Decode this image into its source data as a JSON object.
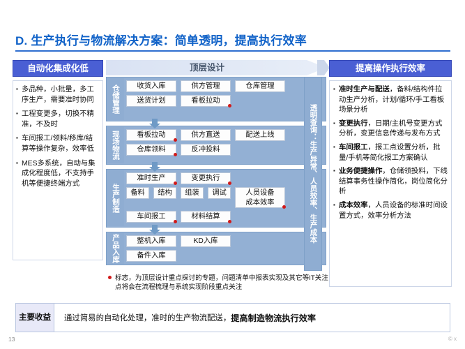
{
  "title": "D. 生产执行与物流解决方案：简单透明，提高执行效率",
  "left_panel": {
    "caption": "自动化集成化低",
    "bullets": [
      "多品种，小批量，多工序生产，需要准时协同",
      "工程变更多，切换不精准，不及时",
      "车间报工/领料/移库/结算等操作复杂，效率低",
      "MES多系统，自动与集成化程度低，不支持手机等便捷终端方式"
    ]
  },
  "center": {
    "banner_label": "顶层设计",
    "side_label": "透明查询：生产异常、人员效率、生产成本",
    "bands": [
      {
        "label": "仓储管理",
        "rows": [
          [
            {
              "text": "收货入库",
              "dot": false
            },
            {
              "text": "供方管理",
              "dot": false
            },
            {
              "text": "仓库管理",
              "dot": false
            }
          ],
          [
            {
              "text": "送货计划",
              "dot": false
            },
            {
              "text": "看板拉动",
              "dot": true
            }
          ]
        ]
      },
      {
        "label": "现场物流",
        "rows": [
          [
            {
              "text": "看板拉动",
              "dot": true
            },
            {
              "text": "供方直送",
              "dot": false
            },
            {
              "text": "配送上线",
              "dot": false
            }
          ],
          [
            {
              "text": "仓库领料",
              "dot": true
            },
            {
              "text": "反冲投料",
              "dot": false
            }
          ]
        ]
      },
      {
        "label": "生产制造",
        "rows": [
          [
            {
              "text": "准时生产",
              "dot": true
            },
            {
              "text": "变更执行",
              "dot": true
            }
          ],
          [
            {
              "text": "备料",
              "dot": false
            },
            {
              "text": "结构",
              "dot": false
            },
            {
              "text": "组装",
              "dot": false
            },
            {
              "text": "调试",
              "dot": false
            },
            {
              "text": "人员设备成本效率",
              "dot": true
            }
          ],
          [
            {
              "text": "车间报工",
              "dot": true
            },
            {
              "text": "材料结算",
              "dot": true
            }
          ]
        ]
      },
      {
        "label": "产品入库",
        "rows": [
          [
            {
              "text": "整机入库",
              "dot": false
            },
            {
              "text": "KD入库",
              "dot": false
            }
          ],
          [
            {
              "text": "备件入库",
              "dot": false
            }
          ]
        ]
      }
    ],
    "footnote": "标志，为顶层设计重点探讨的专题，问题清单中报表实现及其它等IT关注点将会在流程梳理与系统实现阶段重点关注"
  },
  "right_panel": {
    "caption": "提高操作执行效率",
    "bullets": [
      {
        "bold": "准时生产与配送",
        "rest": "，备料/结构件拉动生产分析，计划/循环/手工看板场景分析"
      },
      {
        "bold": "变更执行",
        "rest": "，日期/主机号变更方式分析，变更信息传递与发布方式"
      },
      {
        "bold": "车间报工",
        "rest": "，报工点设置分析，批量/手机等简化报工方案确认"
      },
      {
        "bold": "业务便捷操作",
        "rest": "，仓储领投料，下线结算事务性操作简化，岗位简化分析"
      },
      {
        "bold": "成本效率",
        "rest": "，人员设备的标准时间设置方式，效率分析方法"
      }
    ]
  },
  "benefit": {
    "tag": "主要收益",
    "text_normal": "通过简易的自动化处理，准时的生产物流配送，",
    "text_bold": "提高制造物流执行效率"
  },
  "page_number": "13",
  "credit": "© x",
  "colors": {
    "title_blue": "#1062c8",
    "caption_purple": "#4a5fd4",
    "band_blue": "#93b0d4",
    "dot_red": "#d11a1a"
  }
}
